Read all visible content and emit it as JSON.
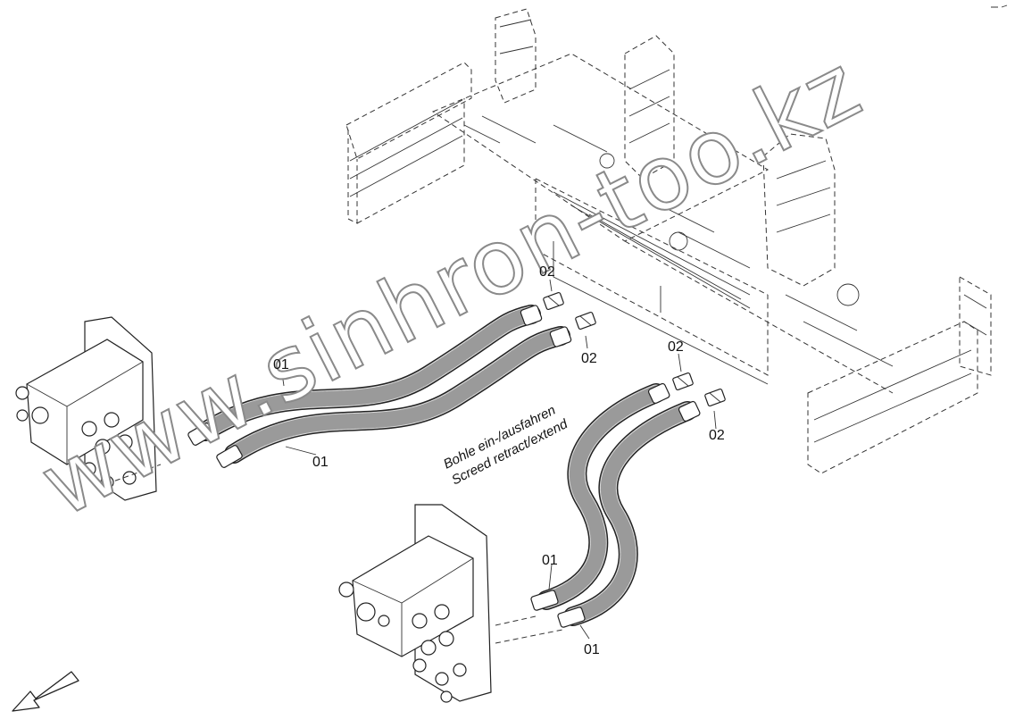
{
  "diagram": {
    "caption_line1": "Bohle ein-/ausfahren",
    "caption_line2": "Screed retract/extend",
    "watermark": "www.sinhron-too.kz",
    "part_labels": {
      "upper_hose_a": "01",
      "upper_hose_b": "01",
      "lower_hose_a": "01",
      "lower_hose_b": "01",
      "upper_fitting_a": "02",
      "upper_fitting_b": "02",
      "lower_fitting_a": "02",
      "lower_fitting_b": "02"
    },
    "icons": {
      "direction_arrow": "arrow-down-left-icon",
      "corner_mark": "corner-mark-icon"
    },
    "colors": {
      "line": "#222222",
      "hose_fill": "#d9d9d9",
      "watermark_stroke": "#8a8a8a",
      "background": "#ffffff"
    }
  }
}
